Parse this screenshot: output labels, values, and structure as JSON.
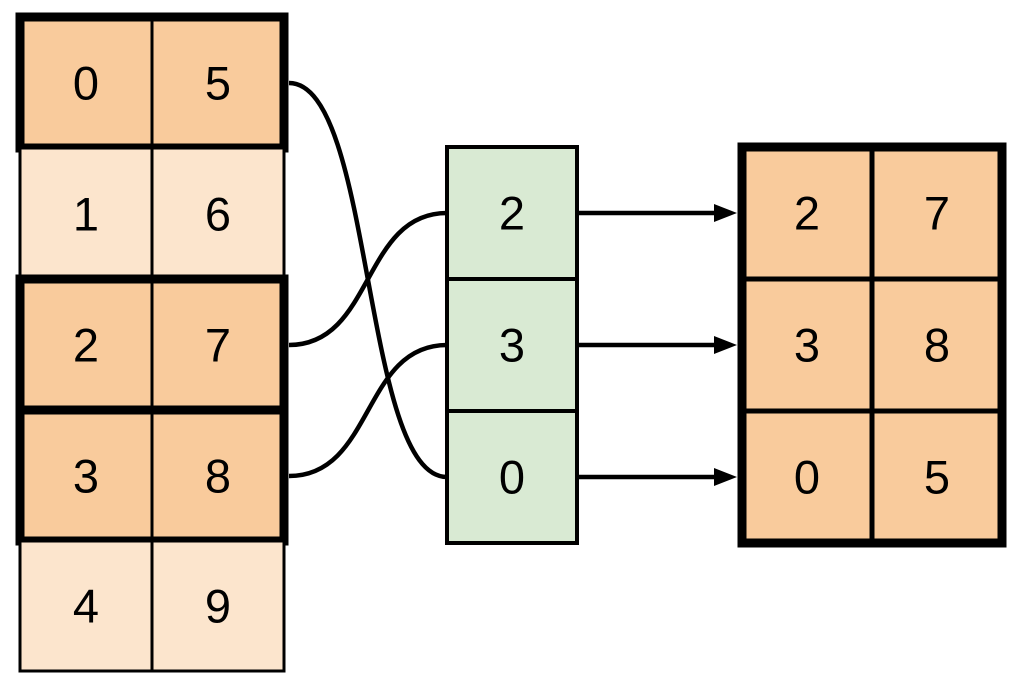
{
  "colors": {
    "highlight_fill": "#f9cb9c",
    "plain_fill": "#fce5cd",
    "index_fill": "#d9ead3",
    "stroke": "#000000",
    "background": "#ffffff"
  },
  "left_table": {
    "rows": [
      {
        "highlighted": true,
        "cells": [
          "0",
          "5"
        ]
      },
      {
        "highlighted": false,
        "cells": [
          "1",
          "6"
        ]
      },
      {
        "highlighted": true,
        "cells": [
          "2",
          "7"
        ]
      },
      {
        "highlighted": true,
        "cells": [
          "3",
          "8"
        ]
      },
      {
        "highlighted": false,
        "cells": [
          "4",
          "9"
        ]
      }
    ]
  },
  "index_column": {
    "cells": [
      "2",
      "3",
      "0"
    ]
  },
  "result_table": {
    "rows": [
      {
        "cells": [
          "2",
          "7"
        ]
      },
      {
        "cells": [
          "3",
          "8"
        ]
      },
      {
        "cells": [
          "0",
          "5"
        ]
      }
    ]
  },
  "connections": {
    "curves": [
      {
        "from_source_row": 0,
        "to_index_value": "0"
      },
      {
        "from_source_row": 2,
        "to_index_value": "2"
      },
      {
        "from_source_row": 3,
        "to_index_value": "3"
      }
    ],
    "arrows": [
      {
        "from_index_value": "2",
        "to_result_row": 0
      },
      {
        "from_index_value": "3",
        "to_result_row": 1
      },
      {
        "from_index_value": "0",
        "to_result_row": 2
      }
    ]
  }
}
